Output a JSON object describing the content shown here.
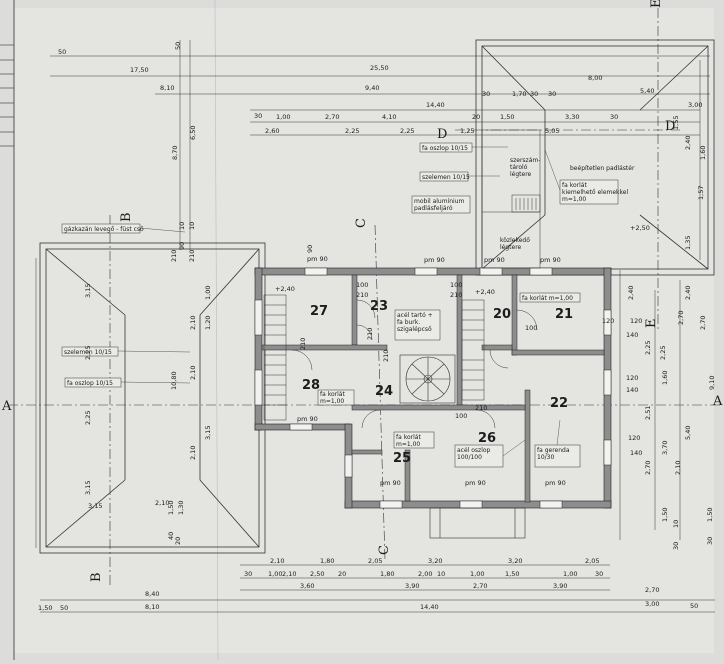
{
  "sheet": {
    "top_title": "",
    "colors": {
      "paper": "#e2e2df",
      "wall_fill": "#8d8d8d",
      "ink": "#222222"
    }
  },
  "sections": [
    "A",
    "A",
    "B",
    "B",
    "C",
    "C",
    "D",
    "D",
    "E",
    "E"
  ],
  "dims": {
    "top": [
      "50",
      "17,50",
      "25,50",
      "8,10",
      "9,40",
      "8,00",
      "5,40",
      "14,40",
      "3,00",
      "30",
      "1,70",
      "30",
      "30",
      "30",
      "1,00",
      "2,70",
      "4,10",
      "20",
      "1,50",
      "3,30",
      "30",
      "2,60",
      "2,25",
      "2,25",
      "1,25",
      "5,05"
    ],
    "top_left_vertical": [
      "50",
      "6,50",
      "8,70",
      "10",
      "10",
      "90",
      "210",
      "210"
    ],
    "left": [
      "3,15",
      "2,25",
      "10,80",
      "2,25",
      "3,15",
      "2,10",
      "2,10",
      "2,10",
      "1,00",
      "1,20",
      "3,15",
      "2,10",
      "3,15",
      "1,50",
      "1,30",
      "40",
      "20"
    ],
    "right": [
      "2,40",
      "2,25",
      "1,60",
      "2,51",
      "2,70",
      "1,50",
      "1,50",
      "10",
      "30",
      "3,70",
      "2,70",
      "2,10",
      "1,57",
      "1,55",
      "1,60",
      "2,25",
      "2,40",
      "2,70",
      "5,40",
      "9,10",
      "2,40",
      "1,35",
      "30"
    ],
    "bottom": [
      "2,10",
      "1,80",
      "2,05",
      "3,20",
      "3,20",
      "2,05",
      "30",
      "1,00",
      "2,10",
      "2,50",
      "20",
      "1,80",
      "2,00",
      "10",
      "1,00",
      "1,50",
      "1,00",
      "30",
      "3,60",
      "3,90",
      "2,70",
      "3,90",
      "2,70",
      "8,40",
      "14,40",
      "8,10",
      "3,00",
      "1,50",
      "50",
      "50"
    ],
    "levels": [
      "+2,50",
      "+2,40",
      "+2,40"
    ],
    "openings": [
      "pm 90",
      "pm 90",
      "pm 90",
      "pm 90",
      "pm 90",
      "pm 90",
      "pm 90",
      "pm 90",
      "90",
      "100",
      "100",
      "100",
      "120",
      "120",
      "120",
      "120",
      "140",
      "140",
      "140",
      "210",
      "210",
      "210",
      "210",
      "100",
      "210",
      "210"
    ]
  },
  "rooms": [
    {
      "num": "27"
    },
    {
      "num": "23"
    },
    {
      "num": "20"
    },
    {
      "num": "21"
    },
    {
      "num": "28"
    },
    {
      "num": "24"
    },
    {
      "num": "22"
    },
    {
      "num": "26"
    },
    {
      "num": "25"
    }
  ],
  "labels": {
    "gaz": "gázkazán levegő - füst cső",
    "szelemen_l": "szelemen 10/15",
    "oszlop_l": "fa oszlop 10/15",
    "oszlop_top": "fa oszlop 10/15",
    "szerszam": "szerszám-\ntároló\nlégtere",
    "szelemen_t": "szelemen 10/15",
    "mobil": "mobil alumínium\npadlásfeljáró",
    "beep": "beépítetlen padlástér",
    "fakorlat_top": "fa korlát\nkiemelhető elemekkel\nm=1,00",
    "kozleked": "közlekedő\nlégtere",
    "acel_tarto": "acél tartó +\nfa burk.\nszigalépcső",
    "fakorlat20": "fa korlát m=1,00",
    "fakorlat28": "fa korlát\nm=1,00",
    "fakorlat25": "fa korlát\nm=1,00",
    "acel_oszlop": "acél oszlop\n100/100",
    "fagerenda": "fa gerenda\n10/30"
  }
}
